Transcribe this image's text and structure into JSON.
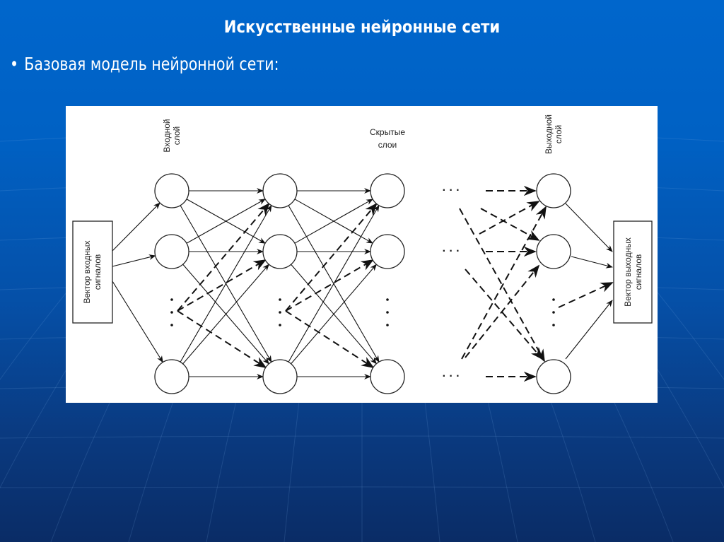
{
  "slide": {
    "title": "Искусственные нейронные сети",
    "bullet": "Базовая модель нейронной сети:"
  },
  "diagram": {
    "input_vector": [
      "Вектор входных",
      "сигналов"
    ],
    "input_layer": [
      "Входной",
      "слой"
    ],
    "hidden_layers": [
      "Скрытые",
      "слои"
    ],
    "output_layer": [
      "Выходной",
      "слой"
    ],
    "output_vector": [
      "Вектор выходных",
      "сигналов"
    ],
    "ellipsis": "· · ·"
  },
  "colors": {
    "background": "#0066cc",
    "panel": "#ffffff",
    "ink": "#111111"
  }
}
